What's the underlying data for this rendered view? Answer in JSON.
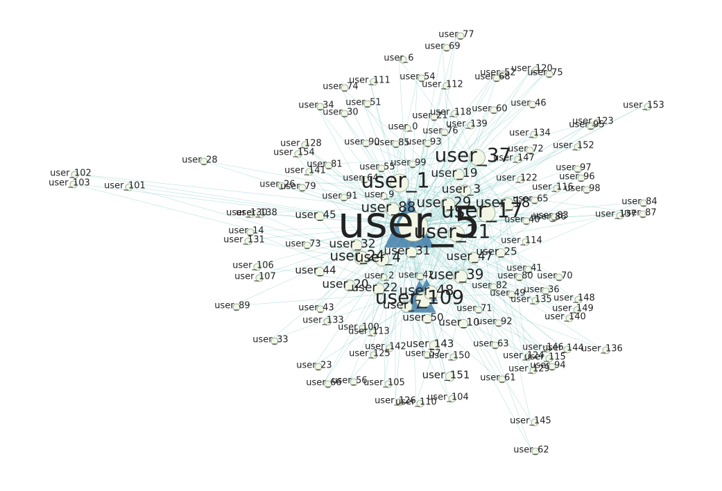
{
  "nodes": [
    {
      "label": "user_5",
      "weight": 10
    },
    {
      "label": "user_1",
      "weight": 5
    },
    {
      "label": "user_17",
      "weight": 5
    },
    {
      "label": "user_37",
      "weight": 4
    },
    {
      "label": "user_11",
      "weight": 4
    },
    {
      "label": "user_109",
      "weight": 4
    },
    {
      "label": "user_39",
      "weight": 3
    },
    {
      "label": "user_18",
      "weight": 3
    },
    {
      "label": "user_29",
      "weight": 3
    },
    {
      "label": "user_48",
      "weight": 3
    },
    {
      "label": "user_88",
      "weight": 3
    },
    {
      "label": "user_24",
      "weight": 3
    },
    {
      "label": "user_4",
      "weight": 3
    },
    {
      "label": "user_32",
      "weight": 2
    },
    {
      "label": "user_31",
      "weight": 2
    },
    {
      "label": "user_47",
      "weight": 2
    },
    {
      "label": "user_19",
      "weight": 2
    },
    {
      "label": "user_3",
      "weight": 2
    },
    {
      "label": "user_20",
      "weight": 2
    },
    {
      "label": "user_22",
      "weight": 2
    },
    {
      "label": "user_7",
      "weight": 2
    },
    {
      "label": "user_44",
      "weight": 1
    },
    {
      "label": "user_45",
      "weight": 1
    },
    {
      "label": "user_143",
      "weight": 1
    },
    {
      "label": "user_151",
      "weight": 1
    },
    {
      "label": "user_50",
      "weight": 1
    },
    {
      "label": "user_10",
      "weight": 1
    },
    {
      "label": "user_25",
      "weight": 1
    },
    {
      "label": "user_77",
      "weight": 0
    },
    {
      "label": "user_69",
      "weight": 0
    },
    {
      "label": "user_6",
      "weight": 0
    },
    {
      "label": "user_120",
      "weight": 0
    },
    {
      "label": "user_52",
      "weight": 0
    },
    {
      "label": "user_68",
      "weight": 0
    },
    {
      "label": "user_75",
      "weight": 0
    },
    {
      "label": "user_54",
      "weight": 0
    },
    {
      "label": "user_111",
      "weight": 0
    },
    {
      "label": "user_74",
      "weight": 0
    },
    {
      "label": "user_112",
      "weight": 0
    },
    {
      "label": "user_51",
      "weight": 0
    },
    {
      "label": "user_34",
      "weight": 0
    },
    {
      "label": "user_30",
      "weight": 0
    },
    {
      "label": "user_21",
      "weight": 0
    },
    {
      "label": "user_118",
      "weight": 0
    },
    {
      "label": "user_60",
      "weight": 0
    },
    {
      "label": "user_46",
      "weight": 0
    },
    {
      "label": "user_153",
      "weight": 0
    },
    {
      "label": "user_0",
      "weight": 0
    },
    {
      "label": "user_139",
      "weight": 0
    },
    {
      "label": "user_95",
      "weight": 0
    },
    {
      "label": "user_123",
      "weight": 0
    },
    {
      "label": "user_76",
      "weight": 0
    },
    {
      "label": "user_134",
      "weight": 0
    },
    {
      "label": "user_128",
      "weight": 0
    },
    {
      "label": "user_90",
      "weight": 0
    },
    {
      "label": "user_85",
      "weight": 0
    },
    {
      "label": "user_93",
      "weight": 0
    },
    {
      "label": "user_72",
      "weight": 0
    },
    {
      "label": "user_152",
      "weight": 0
    },
    {
      "label": "user_154",
      "weight": 0
    },
    {
      "label": "user_147",
      "weight": 0
    },
    {
      "label": "user_28",
      "weight": 0
    },
    {
      "label": "user_81",
      "weight": 0
    },
    {
      "label": "user_99",
      "weight": 0
    },
    {
      "label": "user_55",
      "weight": 0
    },
    {
      "label": "user_97",
      "weight": 0
    },
    {
      "label": "user_141",
      "weight": 0
    },
    {
      "label": "user_122",
      "weight": 0
    },
    {
      "label": "user_96",
      "weight": 0
    },
    {
      "label": "user_102",
      "weight": 0
    },
    {
      "label": "user_103",
      "weight": 0
    },
    {
      "label": "user_101",
      "weight": 0
    },
    {
      "label": "user_26",
      "weight": 0
    },
    {
      "label": "user_79",
      "weight": 0
    },
    {
      "label": "user_64",
      "weight": 0
    },
    {
      "label": "user_9",
      "weight": 0
    },
    {
      "label": "user_116",
      "weight": 0
    },
    {
      "label": "user_98",
      "weight": 0
    },
    {
      "label": "user_91",
      "weight": 0
    },
    {
      "label": "user_65",
      "weight": 0
    },
    {
      "label": "user_84",
      "weight": 0
    },
    {
      "label": "user_130",
      "weight": 0
    },
    {
      "label": "user_138",
      "weight": 0
    },
    {
      "label": "user_137",
      "weight": 0
    },
    {
      "label": "user_87",
      "weight": 0
    },
    {
      "label": "user_86",
      "weight": 0
    },
    {
      "label": "user_83",
      "weight": 0
    },
    {
      "label": "user_40",
      "weight": 0
    },
    {
      "label": "user_14",
      "weight": 0
    },
    {
      "label": "user_131",
      "weight": 0
    },
    {
      "label": "user_73",
      "weight": 0
    },
    {
      "label": "user_114",
      "weight": 0
    },
    {
      "label": "user_106",
      "weight": 0
    },
    {
      "label": "user_41",
      "weight": 0
    },
    {
      "label": "user_107",
      "weight": 0
    },
    {
      "label": "user_80",
      "weight": 0
    },
    {
      "label": "user_70",
      "weight": 0
    },
    {
      "label": "user_2",
      "weight": 0
    },
    {
      "label": "user_42",
      "weight": 0
    },
    {
      "label": "user_82",
      "weight": 0
    },
    {
      "label": "user_49",
      "weight": 0
    },
    {
      "label": "user_36",
      "weight": 0
    },
    {
      "label": "user_135",
      "weight": 0
    },
    {
      "label": "user_148",
      "weight": 0
    },
    {
      "label": "user_89",
      "weight": 0
    },
    {
      "label": "user_43",
      "weight": 0
    },
    {
      "label": "user_149",
      "weight": 0
    },
    {
      "label": "user_71",
      "weight": 0
    },
    {
      "label": "user_140",
      "weight": 0
    },
    {
      "label": "user_133",
      "weight": 0
    },
    {
      "label": "user_92",
      "weight": 0
    },
    {
      "label": "user_100",
      "weight": 0
    },
    {
      "label": "user_113",
      "weight": 0
    },
    {
      "label": "user_33",
      "weight": 0
    },
    {
      "label": "user_63",
      "weight": 0
    },
    {
      "label": "user_142",
      "weight": 0
    },
    {
      "label": "user_146",
      "weight": 0
    },
    {
      "label": "user_144",
      "weight": 0
    },
    {
      "label": "user_136",
      "weight": 0
    },
    {
      "label": "user_125",
      "weight": 0
    },
    {
      "label": "user_57",
      "weight": 0
    },
    {
      "label": "user_150",
      "weight": 0
    },
    {
      "label": "user_124",
      "weight": 0
    },
    {
      "label": "user_115",
      "weight": 0
    },
    {
      "label": "user_94",
      "weight": 0
    },
    {
      "label": "user_23",
      "weight": 0
    },
    {
      "label": "user_129",
      "weight": 0
    },
    {
      "label": "user_66",
      "weight": 0
    },
    {
      "label": "user_56",
      "weight": 0
    },
    {
      "label": "user_105",
      "weight": 0
    },
    {
      "label": "user_61",
      "weight": 0
    },
    {
      "label": "user_104",
      "weight": 0
    },
    {
      "label": "user_126",
      "weight": 0
    },
    {
      "label": "user_110",
      "weight": 0
    },
    {
      "label": "user_145",
      "weight": 0
    },
    {
      "label": "user_62",
      "weight": 0
    }
  ]
}
